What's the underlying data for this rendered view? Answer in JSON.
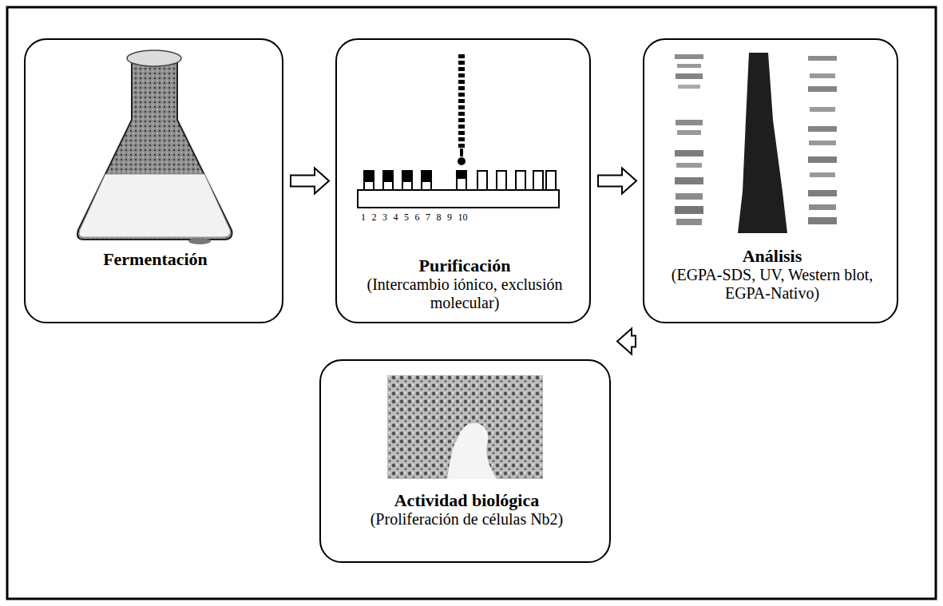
{
  "diagram": {
    "nodes": [
      {
        "text": [
          "Fermentación"
        ]
      },
      {
        "text": [
          "Purificación",
          "(Intercambio iónico, exclusión molecular)"
        ]
      },
      {
        "text": [
          "Análisis",
          "(EGPA-SDS, UV, Western blot, EGPA-Nativo)"
        ]
      },
      {
        "text": [
          "Actividad biológica",
          "(Proliferación de células Nb2)"
        ]
      }
    ],
    "edges": [
      {
        "from": 0,
        "to": 1,
        "arrow": "to"
      },
      {
        "from": 1,
        "to": 2,
        "arrow": "to"
      },
      {
        "from": 2,
        "to": 3,
        "arrow": "to"
      }
    ],
    "labels": [
      "1",
      "2",
      "3",
      "4",
      "5",
      "6",
      "7",
      "8",
      "9",
      "10"
    ]
  }
}
